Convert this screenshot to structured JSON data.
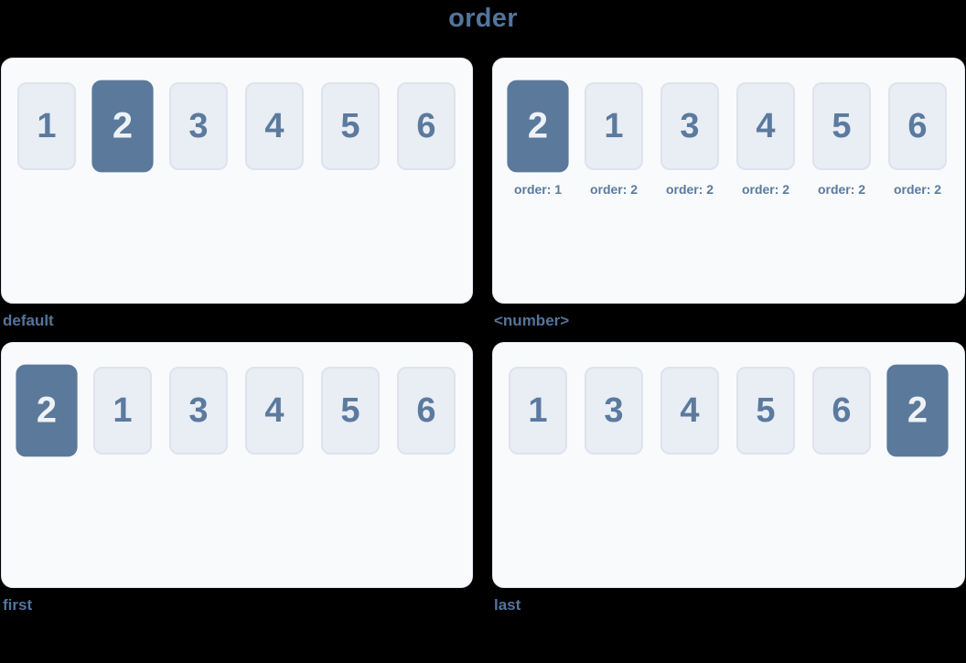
{
  "page": {
    "title": "order",
    "background_color": "#000000"
  },
  "colors": {
    "accent_text": "#54749c",
    "panel_background": "#f8fafc",
    "panel_border": "#e2e8f0",
    "box_background": "#e9edf4",
    "box_border": "#dde3ee",
    "box_text": "#5b7a9e",
    "highlight_background": "#5b799b",
    "highlight_text": "#eef2f7"
  },
  "panels": [
    {
      "caption": "default",
      "boxes": [
        {
          "label": "1",
          "highlight": false
        },
        {
          "label": "2",
          "highlight": true
        },
        {
          "label": "3",
          "highlight": false
        },
        {
          "label": "4",
          "highlight": false
        },
        {
          "label": "5",
          "highlight": false
        },
        {
          "label": "6",
          "highlight": false
        }
      ]
    },
    {
      "caption": "<number>",
      "boxes": [
        {
          "label": "2",
          "highlight": true,
          "sub": "order: 1"
        },
        {
          "label": "1",
          "highlight": false,
          "sub": "order: 2"
        },
        {
          "label": "3",
          "highlight": false,
          "sub": "order: 2"
        },
        {
          "label": "4",
          "highlight": false,
          "sub": "order: 2"
        },
        {
          "label": "5",
          "highlight": false,
          "sub": "order: 2"
        },
        {
          "label": "6",
          "highlight": false,
          "sub": "order: 2"
        }
      ]
    },
    {
      "caption": "first",
      "boxes": [
        {
          "label": "2",
          "highlight": true
        },
        {
          "label": "1",
          "highlight": false
        },
        {
          "label": "3",
          "highlight": false
        },
        {
          "label": "4",
          "highlight": false
        },
        {
          "label": "5",
          "highlight": false
        },
        {
          "label": "6",
          "highlight": false
        }
      ]
    },
    {
      "caption": "last",
      "boxes": [
        {
          "label": "1",
          "highlight": false
        },
        {
          "label": "3",
          "highlight": false
        },
        {
          "label": "4",
          "highlight": false
        },
        {
          "label": "5",
          "highlight": false
        },
        {
          "label": "6",
          "highlight": false
        },
        {
          "label": "2",
          "highlight": true
        }
      ]
    }
  ]
}
